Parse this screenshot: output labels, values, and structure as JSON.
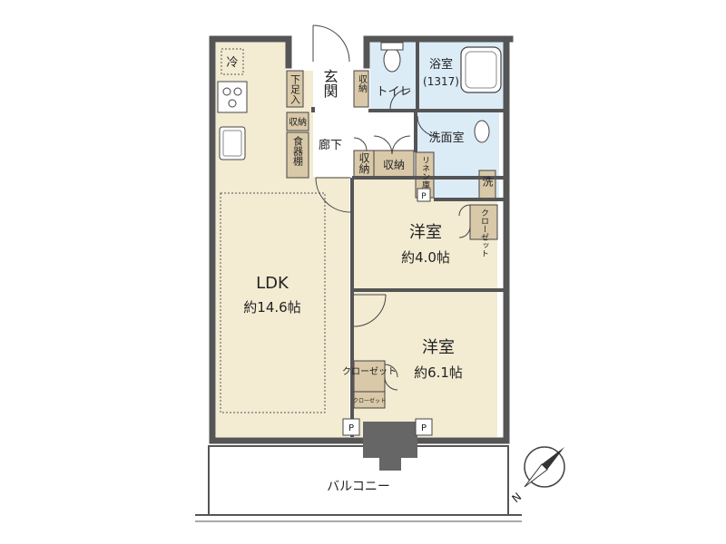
{
  "rooms": {
    "ldk": {
      "name": "LDK",
      "area": "約14.6帖"
    },
    "western_a": {
      "name": "洋室",
      "area": "約4.0帖"
    },
    "western_b": {
      "name": "洋室",
      "area": "約6.1帖"
    },
    "bath": {
      "name": "浴室",
      "size": "(1317)"
    },
    "toilet": "トイレ",
    "washroom": "洗面室",
    "entrance": "玄関",
    "hallway": "廊下",
    "balcony": "バルコニー"
  },
  "storage": {
    "fridge": "冷",
    "shoe_box": "下足入",
    "entry_storage": "収納",
    "hall_storage": "収納",
    "cupboard": "食器棚",
    "storage_a": "収納",
    "storage_b": "収納",
    "linen": "リネン庫",
    "washer": "洗",
    "closet_a": "クローゼット",
    "closet_b": "クローゼット",
    "closet_b_small": "クローゼット"
  },
  "markers": {
    "pipe": "P",
    "compass_n": "N"
  },
  "colors": {
    "floor_beige": "#f3ebd2",
    "floor_blue": "#dcecf7",
    "storage_tan": "#d9c9a8",
    "wall": "#555555",
    "line": "#333333"
  }
}
